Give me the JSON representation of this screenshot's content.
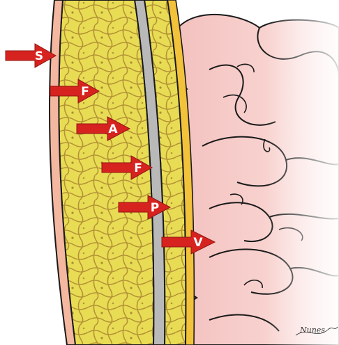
{
  "figure": {
    "signature": "Nunes",
    "colors": {
      "skin": "#f4b7a0",
      "fat": "#e6d84a",
      "fat_septa": "#b08a2a",
      "fascia_outline": "#1a1a1a",
      "muscle_band": "#b9b9b9",
      "peritoneum": "#f2c23a",
      "bowel": "#f6c9c6",
      "bowel_highlight": "#fbe3e1",
      "arrow": "#d7231f",
      "arrow_text": "#ffffff"
    },
    "arrows": [
      {
        "id": "skin",
        "label": "S"
      },
      {
        "id": "fat-outer",
        "label": "F"
      },
      {
        "id": "aponeurosis",
        "label": "A"
      },
      {
        "id": "fat-inner",
        "label": "F"
      },
      {
        "id": "peritoneum",
        "label": "P"
      },
      {
        "id": "viscera",
        "label": "V"
      }
    ]
  }
}
